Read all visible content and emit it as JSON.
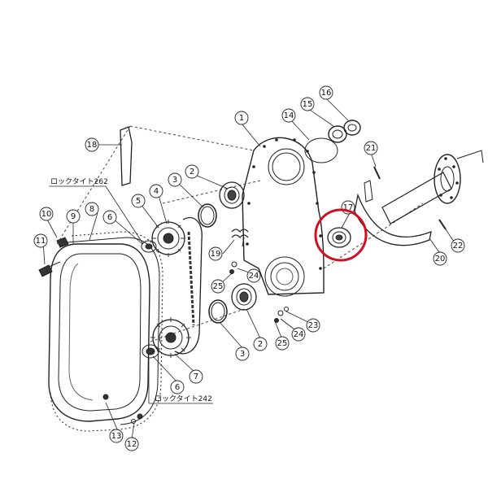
{
  "annotations": {
    "loctite_262": "ロックタイト262",
    "loctite_242": "ロックタイト242"
  },
  "callouts": [
    "1",
    "2",
    "3",
    "4",
    "5",
    "6",
    "7",
    "8",
    "9",
    "10",
    "11",
    "12",
    "13",
    "14",
    "15",
    "16",
    "17",
    "18",
    "19",
    "20",
    "21",
    "22",
    "23",
    "24",
    "25"
  ],
  "highlight": {
    "part": "17",
    "color": "#d01020"
  },
  "colors": {
    "line": "#222222",
    "shade": "#555555",
    "paper": "#ffffff"
  }
}
